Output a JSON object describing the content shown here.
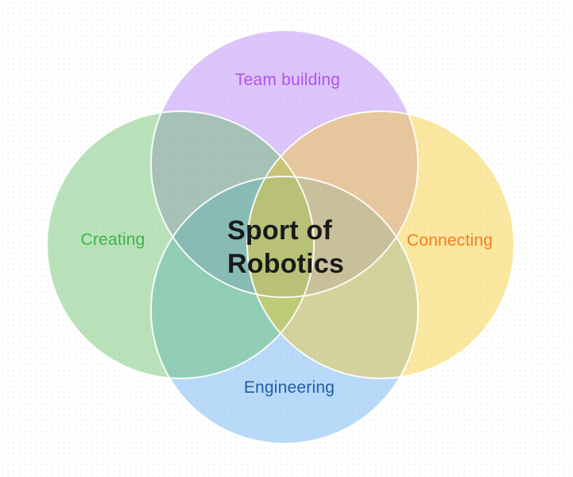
{
  "diagram": {
    "kind": "venn-4",
    "center_title": {
      "line1": "Sport of",
      "line2": "Robotics",
      "color": "#1a1a1a"
    },
    "outline_color": "#ffffff",
    "sets": [
      {
        "id": "team-building",
        "label": "Team building",
        "fill": "#b17ef4",
        "label_color": "#b151ef",
        "position": "top"
      },
      {
        "id": "engineering",
        "label": "Engineering",
        "fill": "#61aaed",
        "label_color": "#1e5fa9",
        "position": "bottom"
      },
      {
        "id": "creating",
        "label": "Creating",
        "fill": "#63be66",
        "label_color": "#3db34a",
        "position": "left"
      },
      {
        "id": "connecting",
        "label": "Connecting",
        "fill": "#f4ca2c",
        "label_color": "#f57d1f",
        "position": "right"
      }
    ]
  }
}
